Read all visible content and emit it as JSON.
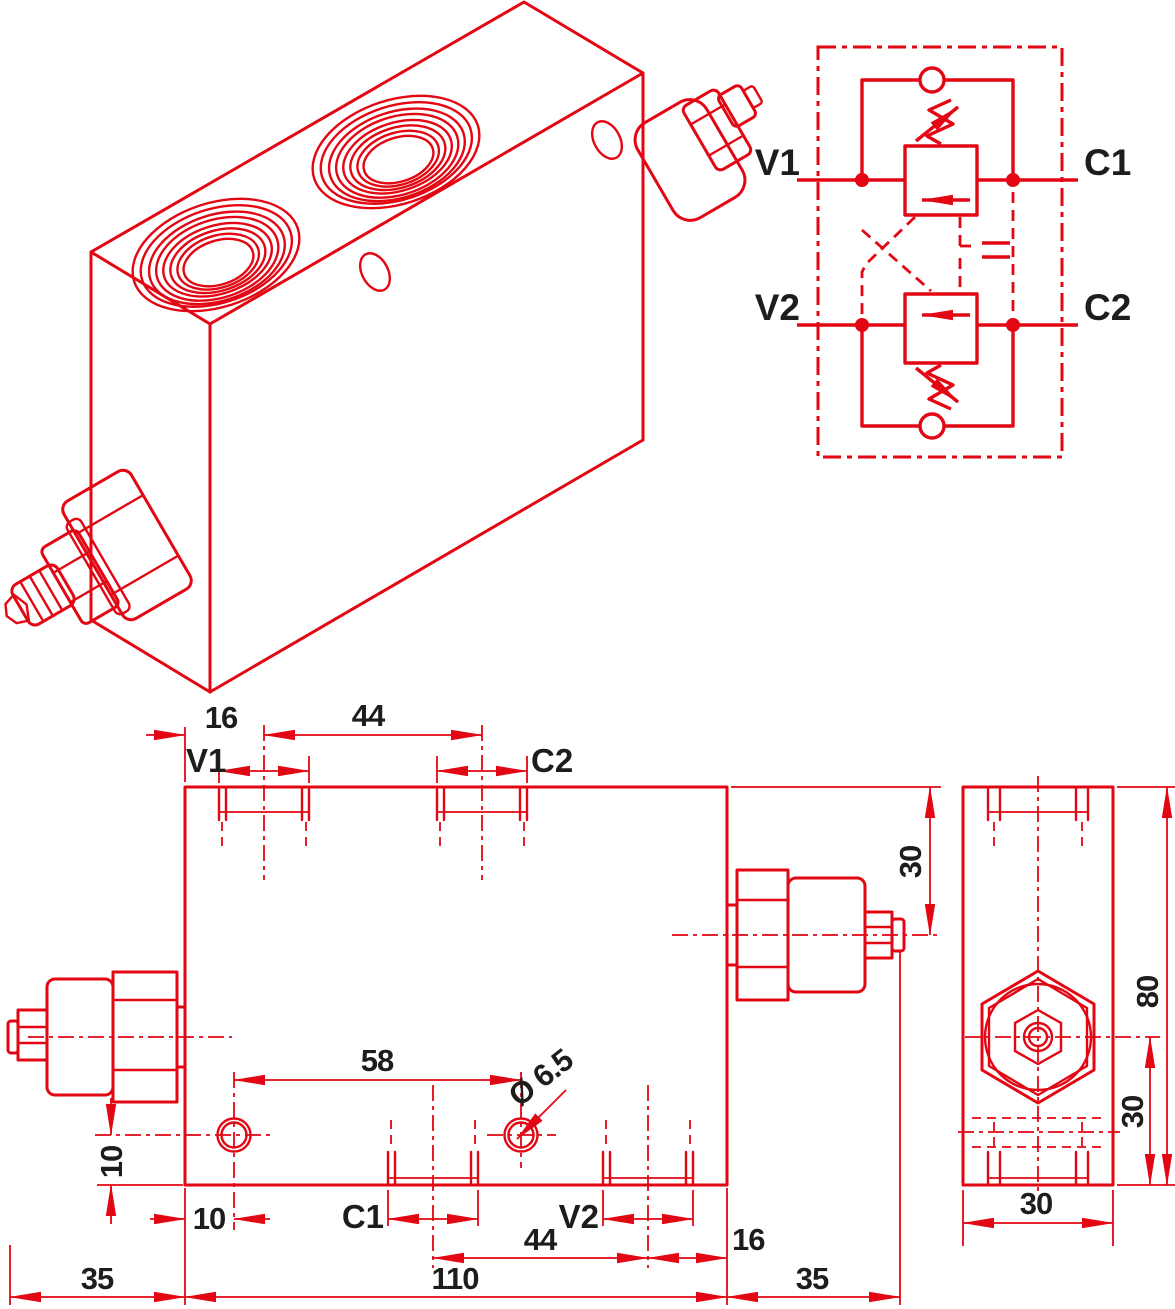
{
  "colors": {
    "red": "#e30613",
    "ink": "#1d1d1b",
    "bg": "#ffffff"
  },
  "schematic": {
    "ports": {
      "v1": "V1",
      "c1": "C1",
      "v2": "V2",
      "c2": "C2"
    }
  },
  "front_view": {
    "port_labels": {
      "top_v1": "V1",
      "top_c2": "C2",
      "bottom_c1": "C1",
      "bottom_v2": "V2"
    },
    "dims": {
      "top_16": "16",
      "top_44": "44",
      "holes_58": "58",
      "hole_dia": "Ø 6.5",
      "left_10": "10",
      "bottom_10": "10",
      "bottom_44": "44",
      "bottom_16": "16",
      "left_35": "35",
      "width_110": "110",
      "right_35": "35",
      "cart_30": "30"
    }
  },
  "side_view": {
    "dims": {
      "height_80": "80",
      "mid_30": "30",
      "width_30": "30"
    }
  }
}
